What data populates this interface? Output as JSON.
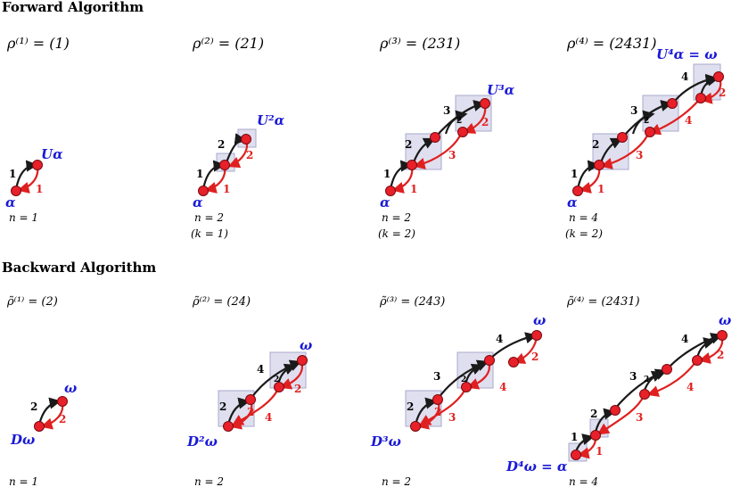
{
  "sections": {
    "forward_title": "Forward Algorithm",
    "backward_title": "Backward Algorithm"
  },
  "forward": [
    {
      "rho": "ρ⁽¹⁾ = (1)",
      "notes": [
        "n = 1"
      ],
      "start_label": "α",
      "end_label": "Uα",
      "arc_labels": [
        "1",
        "1"
      ]
    },
    {
      "rho": "ρ⁽²⁾ = (21)",
      "notes": [
        "n = 2",
        "(k = 1)"
      ],
      "start_label": "α",
      "end_label": "U²α",
      "arc_labels": [
        "1",
        "1",
        "2",
        "2"
      ]
    },
    {
      "rho": "ρ⁽³⁾ = (231)",
      "notes": [
        "n = 2",
        "(k = 2)"
      ],
      "start_label": "α",
      "end_label": "U³α",
      "arc_labels": [
        "1",
        "1",
        "2",
        "3",
        "3",
        "2",
        "2"
      ]
    },
    {
      "rho": "ρ⁽⁴⁾ = (2431)",
      "notes": [
        "n = 4",
        "(k = 2)"
      ],
      "start_label": "α",
      "end_label": "U⁴α = ω",
      "arc_labels": [
        "1",
        "1",
        "2",
        "3",
        "3",
        "4",
        "4",
        "2",
        "2"
      ]
    }
  ],
  "backward": [
    {
      "rho": "ρ̃⁽¹⁾ = (2)",
      "notes": [
        "n = 1"
      ],
      "start_label": "Dω",
      "end_label": "ω",
      "arc_labels": [
        "2",
        "2"
      ]
    },
    {
      "rho": "ρ̃⁽²⁾ = (24)",
      "notes": [
        "n = 2"
      ],
      "start_label": "D²ω",
      "end_label": "ω",
      "arc_labels": [
        "2",
        "2",
        "4",
        "4",
        "2",
        "2"
      ]
    },
    {
      "rho": "ρ̃⁽³⁾ = (243)",
      "notes": [
        "n = 2"
      ],
      "start_label": "D³ω",
      "end_label": "ω",
      "arc_labels": [
        "2",
        "2",
        "3",
        "3",
        "4",
        "4",
        "2",
        "2"
      ]
    },
    {
      "rho": "ρ̃⁽⁴⁾ = (2431)",
      "notes": [
        "n = 4"
      ],
      "start_label": "D⁴ω = α",
      "end_label": "ω",
      "arc_labels": [
        "1",
        "1",
        "2",
        "3",
        "3",
        "4",
        "4",
        "2",
        "2"
      ]
    }
  ],
  "colors": {
    "node": "#e8202a",
    "node_stroke": "#7a0a0e",
    "black_arc": "#1a1a1a",
    "red_arc": "#e02020",
    "box_fill": "#d9d9ec",
    "box_stroke": "#a9a9cc",
    "label_blue": "#1a1ad6"
  }
}
